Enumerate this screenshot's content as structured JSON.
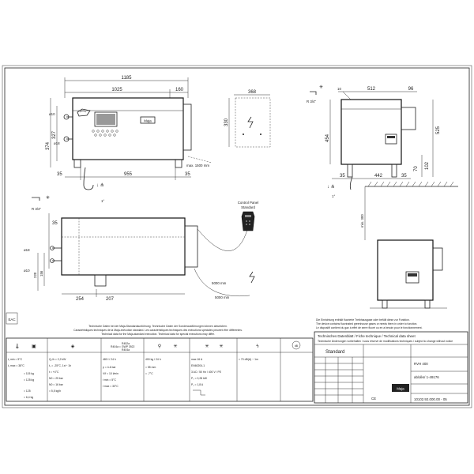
{
  "dimensions": {
    "front_total_width": "1185",
    "front_body_width": "1025",
    "front_right_width": "160",
    "front_height_a": "374",
    "front_height_b": "327",
    "front_left_offset": "35",
    "front_leg_spacing": "955",
    "front_right_offset": "35",
    "front_inlet_dia": "ø10",
    "front_outlet_dia": "ø18",
    "panel_width": "368",
    "panel_height": "330",
    "panel_max_dist": "max. 1500 mm",
    "side_thread": "R 3/4\"",
    "side_offset_left": "10",
    "side_width": "512",
    "side_right_width": "96",
    "side_height": "454",
    "side_total_height": "525",
    "side_leg_height": "102",
    "side_base_height": "70",
    "side_leg_offset": "35",
    "side_depth": "442",
    "side_foot_offset": "35",
    "clearance_min": "min. 300",
    "top_thread": "R 3/4\"",
    "top_offset": "35",
    "top_height_a": "220",
    "top_height_b": "156",
    "top_dia_a": "ø18",
    "top_dia_b": "ø10",
    "top_width_a": "254",
    "top_width_b": "207",
    "cable_length_a": "5000 mm",
    "cable_length_b": "5000 mm",
    "slope_label": "1°",
    "slope_label_b": "1°"
  },
  "control_panel": {
    "title": "Control Panel",
    "subtitle": "Standard"
  },
  "notes": {
    "de": "Technische Daten bei der Maja-Standardausführung. Technische Daten der Sonderausführungen können abweichen.",
    "fr": "Caractéristiques techniques de la Maja-exécution standard. Les caractéristiques techniques des exécutions spéciales peuvent être différentes.",
    "en": "Technical data for the Maja-standard execution. Technical data for special executions may differ."
  },
  "specs": {
    "ambient": [
      "t₁ min = 5°C",
      "t₁ max = 38°C"
    ],
    "ice": [
      "Q₀/h = 2,2 kW",
      "t₀ = -25°C, 1x/~ 1h",
      "t = +4°C",
      "N0 = 25 bar",
      "N0 = 16 bar",
      "= 5,5 kg/h"
    ],
    "ice_caption": "R404a = GWP 3922",
    "weight": [
      "= 115 kg",
      "= 125 kg",
      "= 125",
      "= 6,4 kg"
    ],
    "water": [
      "480 l / 24 h",
      "p = 4-6 bar",
      "V/f = 10 l/min",
      "t min = 5°C",
      "t max = 30°C"
    ],
    "flake": [
      "400 kg / 24 h",
      "= 55 mm",
      "= -7°C"
    ],
    "electrical": [
      "max 16 A",
      "EN60204-1",
      "3 AC / 50 Hz / 400 V / PE",
      "P₀ = 0,28 kW",
      "P₂ = 1,8 A"
    ],
    "noise": [
      "< 70 dB(A) ~ 1m"
    ]
  },
  "title_block": {
    "note_de": "Die Einrichtung enthält fluorierte Treibhausgase oder befüllt diese zur Funktion.",
    "note_en": "The device contains fluorinated greenhouse gases or needs them in order to function.",
    "note_fr": "Le dispositif contient du gaz à effet de serre fluoré ou en a besoin pour le fonctionnement.",
    "header": "Technisches Datenblatt / Fiche technique / Technical data sheet",
    "subheader": "Technische Änderungen vorbehalten / sous réserve de modifications techniques / subject to change without notice",
    "variant": "Standard",
    "model": "RVH 400",
    "article": "ab/dès/ 1-49176",
    "drawing_no": "10102.92.000.00 - 05",
    "company": "Maja",
    "ce": "CE",
    "eac": "EAC"
  }
}
